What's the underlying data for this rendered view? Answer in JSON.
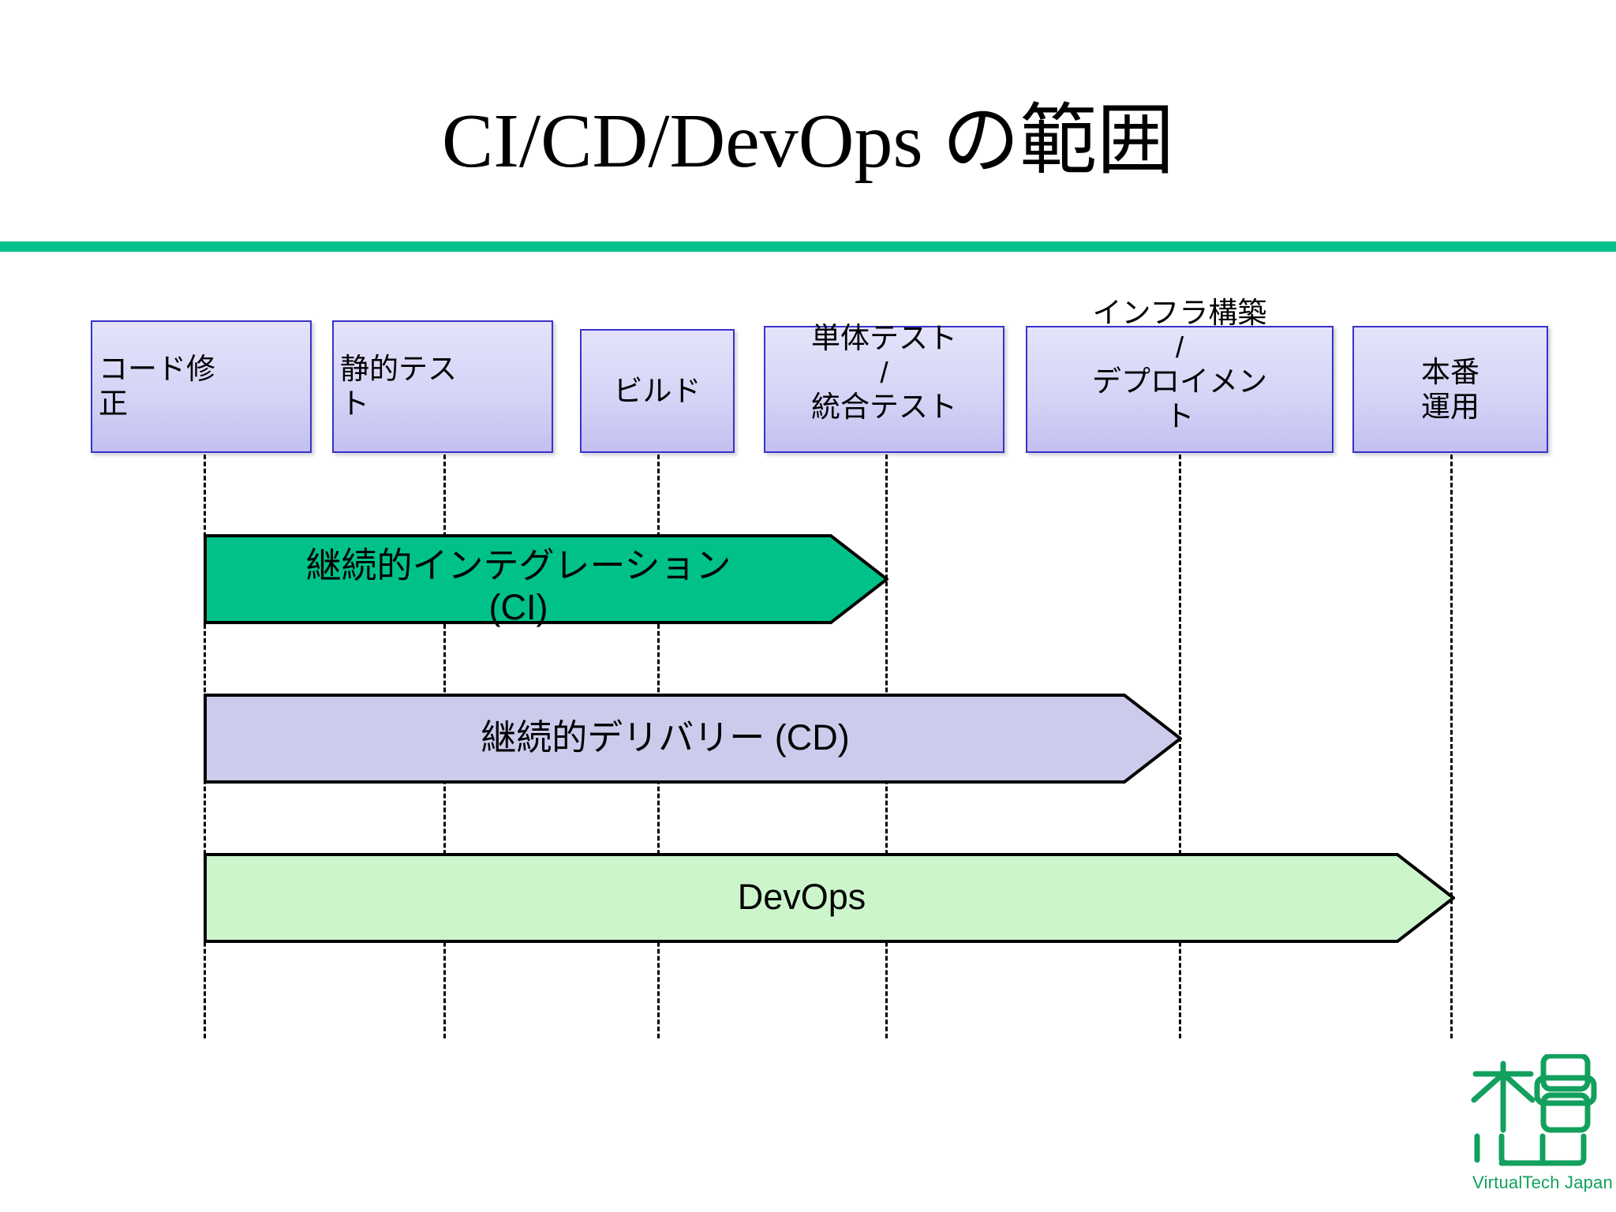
{
  "slide": {
    "title": "CI/CD/DevOps の範囲",
    "accent_color": "#00c18a",
    "background": "#ffffff"
  },
  "pipeline": {
    "box_border_color": "#3a32c8",
    "box_fill_top": "#e4e3fa",
    "box_fill_bottom": "#c3c0f0",
    "stages": [
      {
        "id": "code-fix",
        "label": "コード修\n正"
      },
      {
        "id": "static-test",
        "label": "静的テス\nト"
      },
      {
        "id": "build",
        "label": "ビルド"
      },
      {
        "id": "unit-test",
        "label": "単体テスト\n/\n統合テスト"
      },
      {
        "id": "infra-deploy",
        "label": "インフラ構築\n/\nデプロイメン\nト"
      },
      {
        "id": "production",
        "label": "本番\n運用"
      }
    ]
  },
  "scopes": [
    {
      "id": "ci",
      "label": "継続的インテグレーション\n(CI)",
      "fill": "#00c18a",
      "stroke": "#000000"
    },
    {
      "id": "cd",
      "label": "継続的デリバリー (CD)",
      "fill": "#cdcbec",
      "stroke": "#000000"
    },
    {
      "id": "devops",
      "label": "DevOps",
      "fill": "#ccf5cc",
      "stroke": "#000000"
    }
  ],
  "logo": {
    "text": "VirtualTech Japan",
    "color": "#13a05e"
  }
}
